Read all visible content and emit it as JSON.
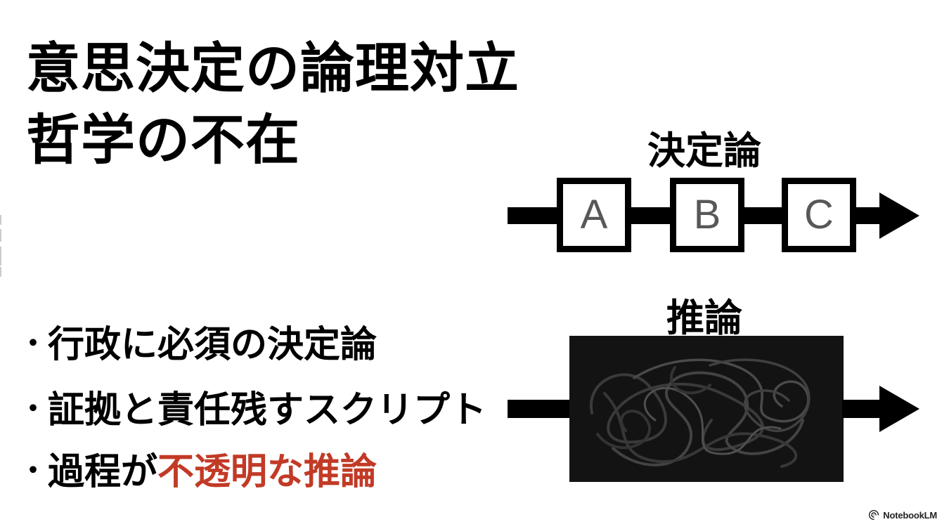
{
  "slide": {
    "title_lines": [
      "意思決定の論理対立",
      "哲学の不在"
    ],
    "bullets": [
      {
        "marker": "・",
        "text": "行政に必須の決定論"
      },
      {
        "marker": "・",
        "text": "証拠と責任残すスクリプト"
      },
      {
        "marker": "・",
        "text_black": "過程が",
        "text_red": "不透明な推論"
      }
    ],
    "diagram_determinism": {
      "label": "決定論",
      "box_labels": [
        "A",
        "B",
        "C"
      ]
    },
    "diagram_inference": {
      "label": "推論"
    },
    "footer": {
      "brand": "NotebookLM"
    },
    "colors": {
      "accent_red": "#c23a26",
      "text_black": "#000000",
      "box_letter_gray": "#585858",
      "inference_box_bg": "#131313",
      "scribble_gray": "#3f3f3f"
    }
  }
}
